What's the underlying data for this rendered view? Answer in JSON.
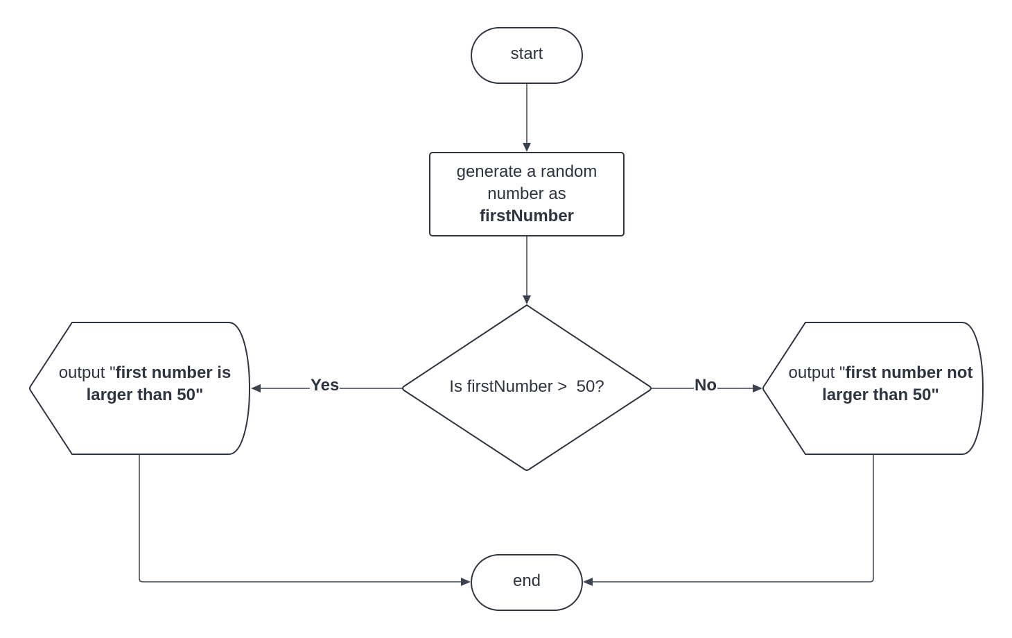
{
  "diagram": {
    "start": {
      "text": "start"
    },
    "process": {
      "line1": "generate a random",
      "line2": "number as",
      "line3": "firstNumber"
    },
    "decision": {
      "text": "Is firstNumber >  50?"
    },
    "yes_output": {
      "prefix": "output \"",
      "bold": "first number is larger than 50\""
    },
    "no_output": {
      "prefix": "output \"",
      "bold": "first number not larger than 50\""
    },
    "end": {
      "text": "end"
    },
    "edges": {
      "yes": "Yes",
      "no": "No"
    }
  },
  "colors": {
    "stroke": "#2e3440",
    "connector": "#3b4250",
    "text": "#2e3440",
    "background": "#ffffff"
  }
}
